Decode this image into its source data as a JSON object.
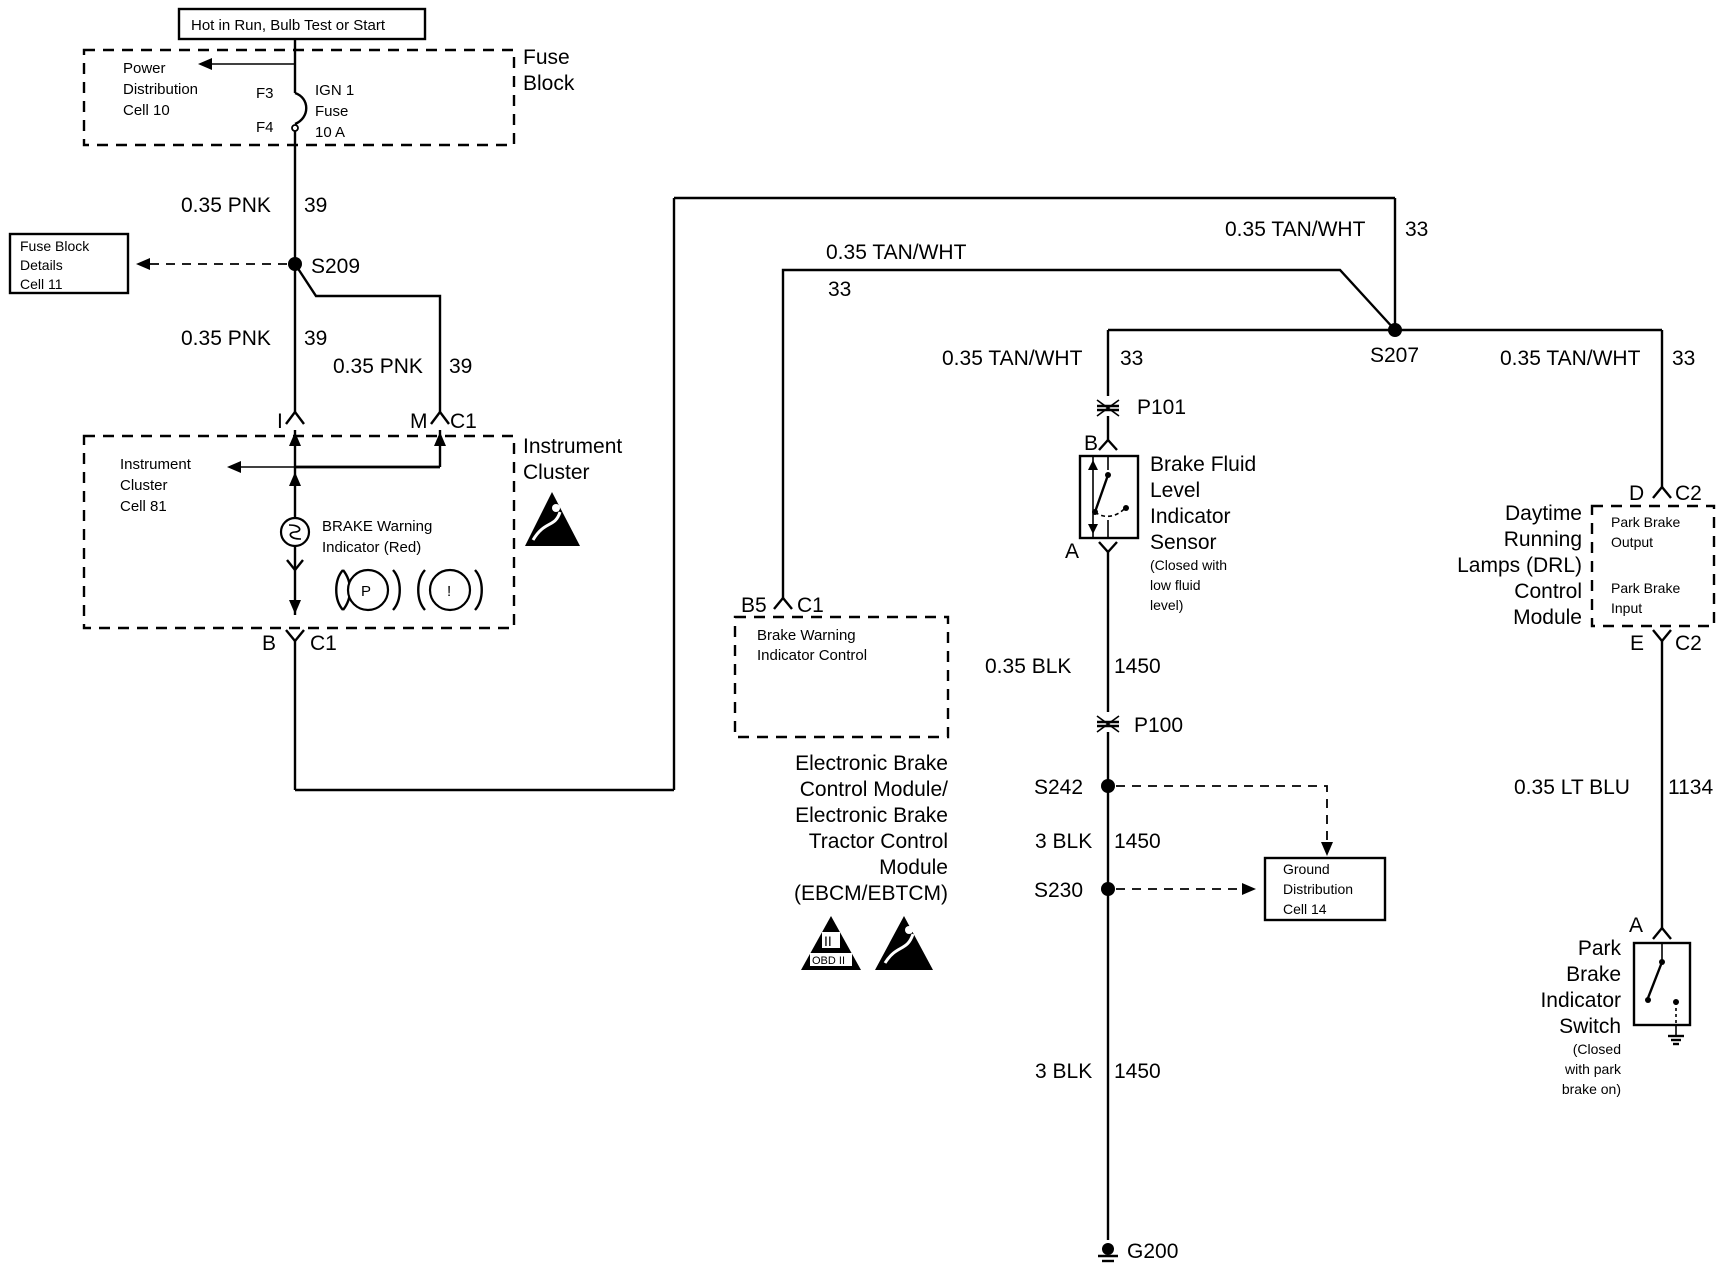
{
  "header": {
    "power_note": "Hot in Run, Bulb Test or Start"
  },
  "fuse_block": {
    "title_line1": "Fuse",
    "title_line2": "Block",
    "power_dist_l1": "Power",
    "power_dist_l2": "Distribution",
    "power_dist_l3": "Cell 10",
    "terminal_top": "F3",
    "terminal_bottom": "F4",
    "fuse_l1": "IGN 1",
    "fuse_l2": "Fuse",
    "fuse_l3": "10 A"
  },
  "fuse_details": {
    "l1": "Fuse Block",
    "l2": "Details",
    "l3": "Cell 11"
  },
  "wires": {
    "pnk_a": {
      "gauge_color": "0.35 PNK",
      "circuit": "39"
    },
    "pnk_b": {
      "gauge_color": "0.35 PNK",
      "circuit": "39"
    },
    "pnk_c": {
      "gauge_color": "0.35 PNK",
      "circuit": "39"
    },
    "tan_top": {
      "gauge_color": "0.35 TAN/WHT",
      "circuit": "33"
    },
    "tan_ebcm": {
      "gauge_color": "0.35 TAN/WHT",
      "circuit": "33"
    },
    "tan_sensor": {
      "gauge_color": "0.35 TAN/WHT",
      "circuit": "33"
    },
    "tan_drl": {
      "gauge_color": "0.35 TAN/WHT",
      "circuit": "33"
    },
    "blk_a": {
      "gauge_color": "0.35 BLK",
      "circuit": "1450"
    },
    "blk_b": {
      "gauge_color": "3 BLK",
      "circuit": "1450"
    },
    "blk_c": {
      "gauge_color": "3 BLK",
      "circuit": "1450"
    },
    "ltblu": {
      "gauge_color": "0.35 LT BLU",
      "circuit": "1134"
    }
  },
  "splices": {
    "s209": "S209",
    "s207": "S207",
    "s242": "S242",
    "s230": "S230"
  },
  "connectors": {
    "p101": "P101",
    "p100": "P100",
    "ground": "G200"
  },
  "instrument_cluster": {
    "title_l1": "Instrument",
    "title_l2": "Cluster",
    "pin_i": "I",
    "pin_m": "M",
    "conn_top": "C1",
    "pin_b": "B",
    "conn_bottom": "C1",
    "cell_l1": "Instrument",
    "cell_l2": "Cluster",
    "cell_l3": "Cell 81",
    "lamp_l1": "BRAKE Warning",
    "lamp_l2": "Indicator (Red)",
    "icon_p": "P",
    "icon_exclaim": "!"
  },
  "ebcm": {
    "pin": "B5",
    "conn": "C1",
    "box_l1": "Brake Warning",
    "box_l2": "Indicator Control",
    "title_l1": "Electronic Brake",
    "title_l2": "Control Module/",
    "title_l3": "Electronic Brake",
    "title_l4": "Tractor Control",
    "title_l5": "Module",
    "title_l6": "(EBCM/EBTCM)",
    "obd_l1": "II",
    "obd_l2": "OBD II"
  },
  "fluid_sensor": {
    "pin_b": "B",
    "pin_a": "A",
    "title_l1": "Brake Fluid",
    "title_l2": "Level",
    "title_l3": "Indicator",
    "title_l4": "Sensor",
    "note_l1": "(Closed with",
    "note_l2": "low fluid",
    "note_l3": "level)"
  },
  "ground_dist": {
    "l1": "Ground",
    "l2": "Distribution",
    "l3": "Cell 14"
  },
  "drl": {
    "pin_d": "D",
    "conn_top": "C2",
    "pin_e": "E",
    "conn_bottom": "C2",
    "title_l1": "Daytime",
    "title_l2": "Running",
    "title_l3": "Lamps (DRL)",
    "title_l4": "Control",
    "title_l5": "Module",
    "out_l1": "Park Brake",
    "out_l2": "Output",
    "in_l1": "Park Brake",
    "in_l2": "Input"
  },
  "park_switch": {
    "pin": "A",
    "title_l1": "Park",
    "title_l2": "Brake",
    "title_l3": "Indicator",
    "title_l4": "Switch",
    "note_l1": "(Closed",
    "note_l2": "with park",
    "note_l3": "brake on)"
  }
}
